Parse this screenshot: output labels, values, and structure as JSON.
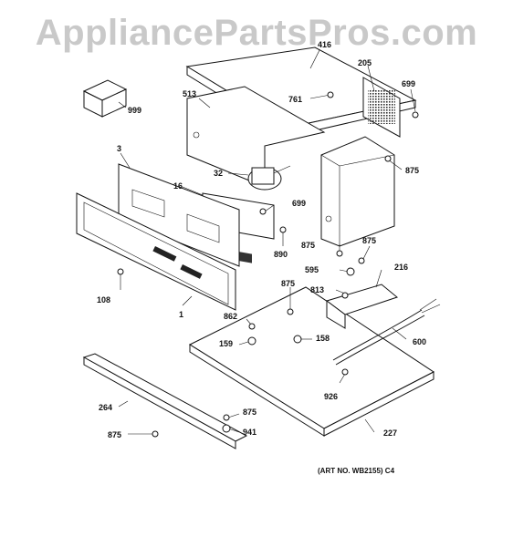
{
  "watermark": "AppliancePartsPros.com",
  "art_number": "(ART NO. WB2155) C4",
  "callouts": {
    "p416": "416",
    "p205": "205",
    "p699a": "699",
    "p761": "761",
    "p513": "513",
    "p999": "999",
    "p3": "3",
    "p32": "32",
    "p875a": "875",
    "p16": "16",
    "p699b": "699",
    "p890": "890",
    "p875b": "875",
    "p875c": "875",
    "p595": "595",
    "p216": "216",
    "p875d": "875",
    "p813": "813",
    "p108": "108",
    "p1": "1",
    "p862": "862",
    "p159": "159",
    "p158": "158",
    "p600": "600",
    "p926": "926",
    "p264": "264",
    "p875e": "875",
    "p941": "941",
    "p875f": "875",
    "p227": "227"
  }
}
